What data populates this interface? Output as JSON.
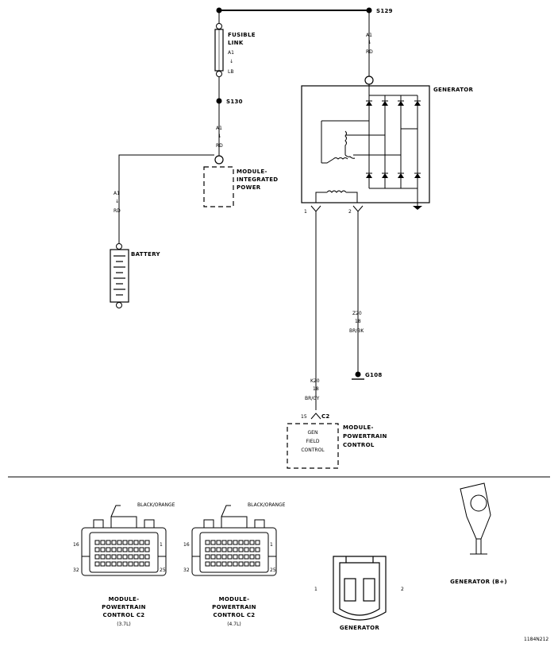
{
  "splices": {
    "s129": "S129",
    "s130": "S130"
  },
  "fusible_link": {
    "line1": "FUSIBLE",
    "line2": "LINK",
    "wire_code": "A1",
    "arrow": "↓",
    "wire_color": "LB"
  },
  "wires": {
    "a1_top": {
      "code": "A1",
      "arrow": "↓",
      "color": "RD"
    },
    "a1_mid": {
      "code": "A1",
      "arrow": "↓",
      "color": "RD"
    },
    "a1_bat": {
      "code": "A1",
      "arrow": "↓",
      "color": "RD"
    },
    "z20": {
      "code": "Z20",
      "gauge": "18",
      "color": "BR/BK"
    },
    "k20": {
      "code": "K20",
      "gauge": "18",
      "color": "BR/GY"
    }
  },
  "generator": {
    "label": "GENERATOR",
    "pin1": "1",
    "pin2": "2"
  },
  "module_integrated_power": {
    "line1": "MODULE-",
    "line2": "INTEGRATED",
    "line3": "POWER"
  },
  "battery": {
    "label": "BATTERY"
  },
  "ground": {
    "label": "G108"
  },
  "pcm": {
    "pin": "15",
    "connector": "C2",
    "line1": "MODULE-",
    "line2": "POWERTRAIN",
    "line3": "CONTROL",
    "inner1": "GEN",
    "inner2": "FIELD",
    "inner3": "CONTROL"
  },
  "connectors": {
    "c1": {
      "color_note": "BLACK/ORANGE",
      "pin_tl": "16",
      "pin_tr": "1",
      "pin_bl": "32",
      "pin_br": "25",
      "line1": "MODULE-",
      "line2": "POWERTRAIN",
      "line3": "CONTROL C2",
      "line4": "(3.7L)"
    },
    "c2": {
      "color_note": "BLACK/ORANGE",
      "pin_tl": "16",
      "pin_tr": "1",
      "pin_bl": "32",
      "pin_br": "25",
      "line1": "MODULE-",
      "line2": "POWERTRAIN",
      "line3": "CONTROL C2",
      "line4": "(4.7L)"
    },
    "gen_conn": {
      "pin1": "1",
      "pin2": "2",
      "label": "GENERATOR"
    },
    "gen_bplus": {
      "label": "GENERATOR (B+)"
    }
  },
  "figure_id": "1184N212"
}
